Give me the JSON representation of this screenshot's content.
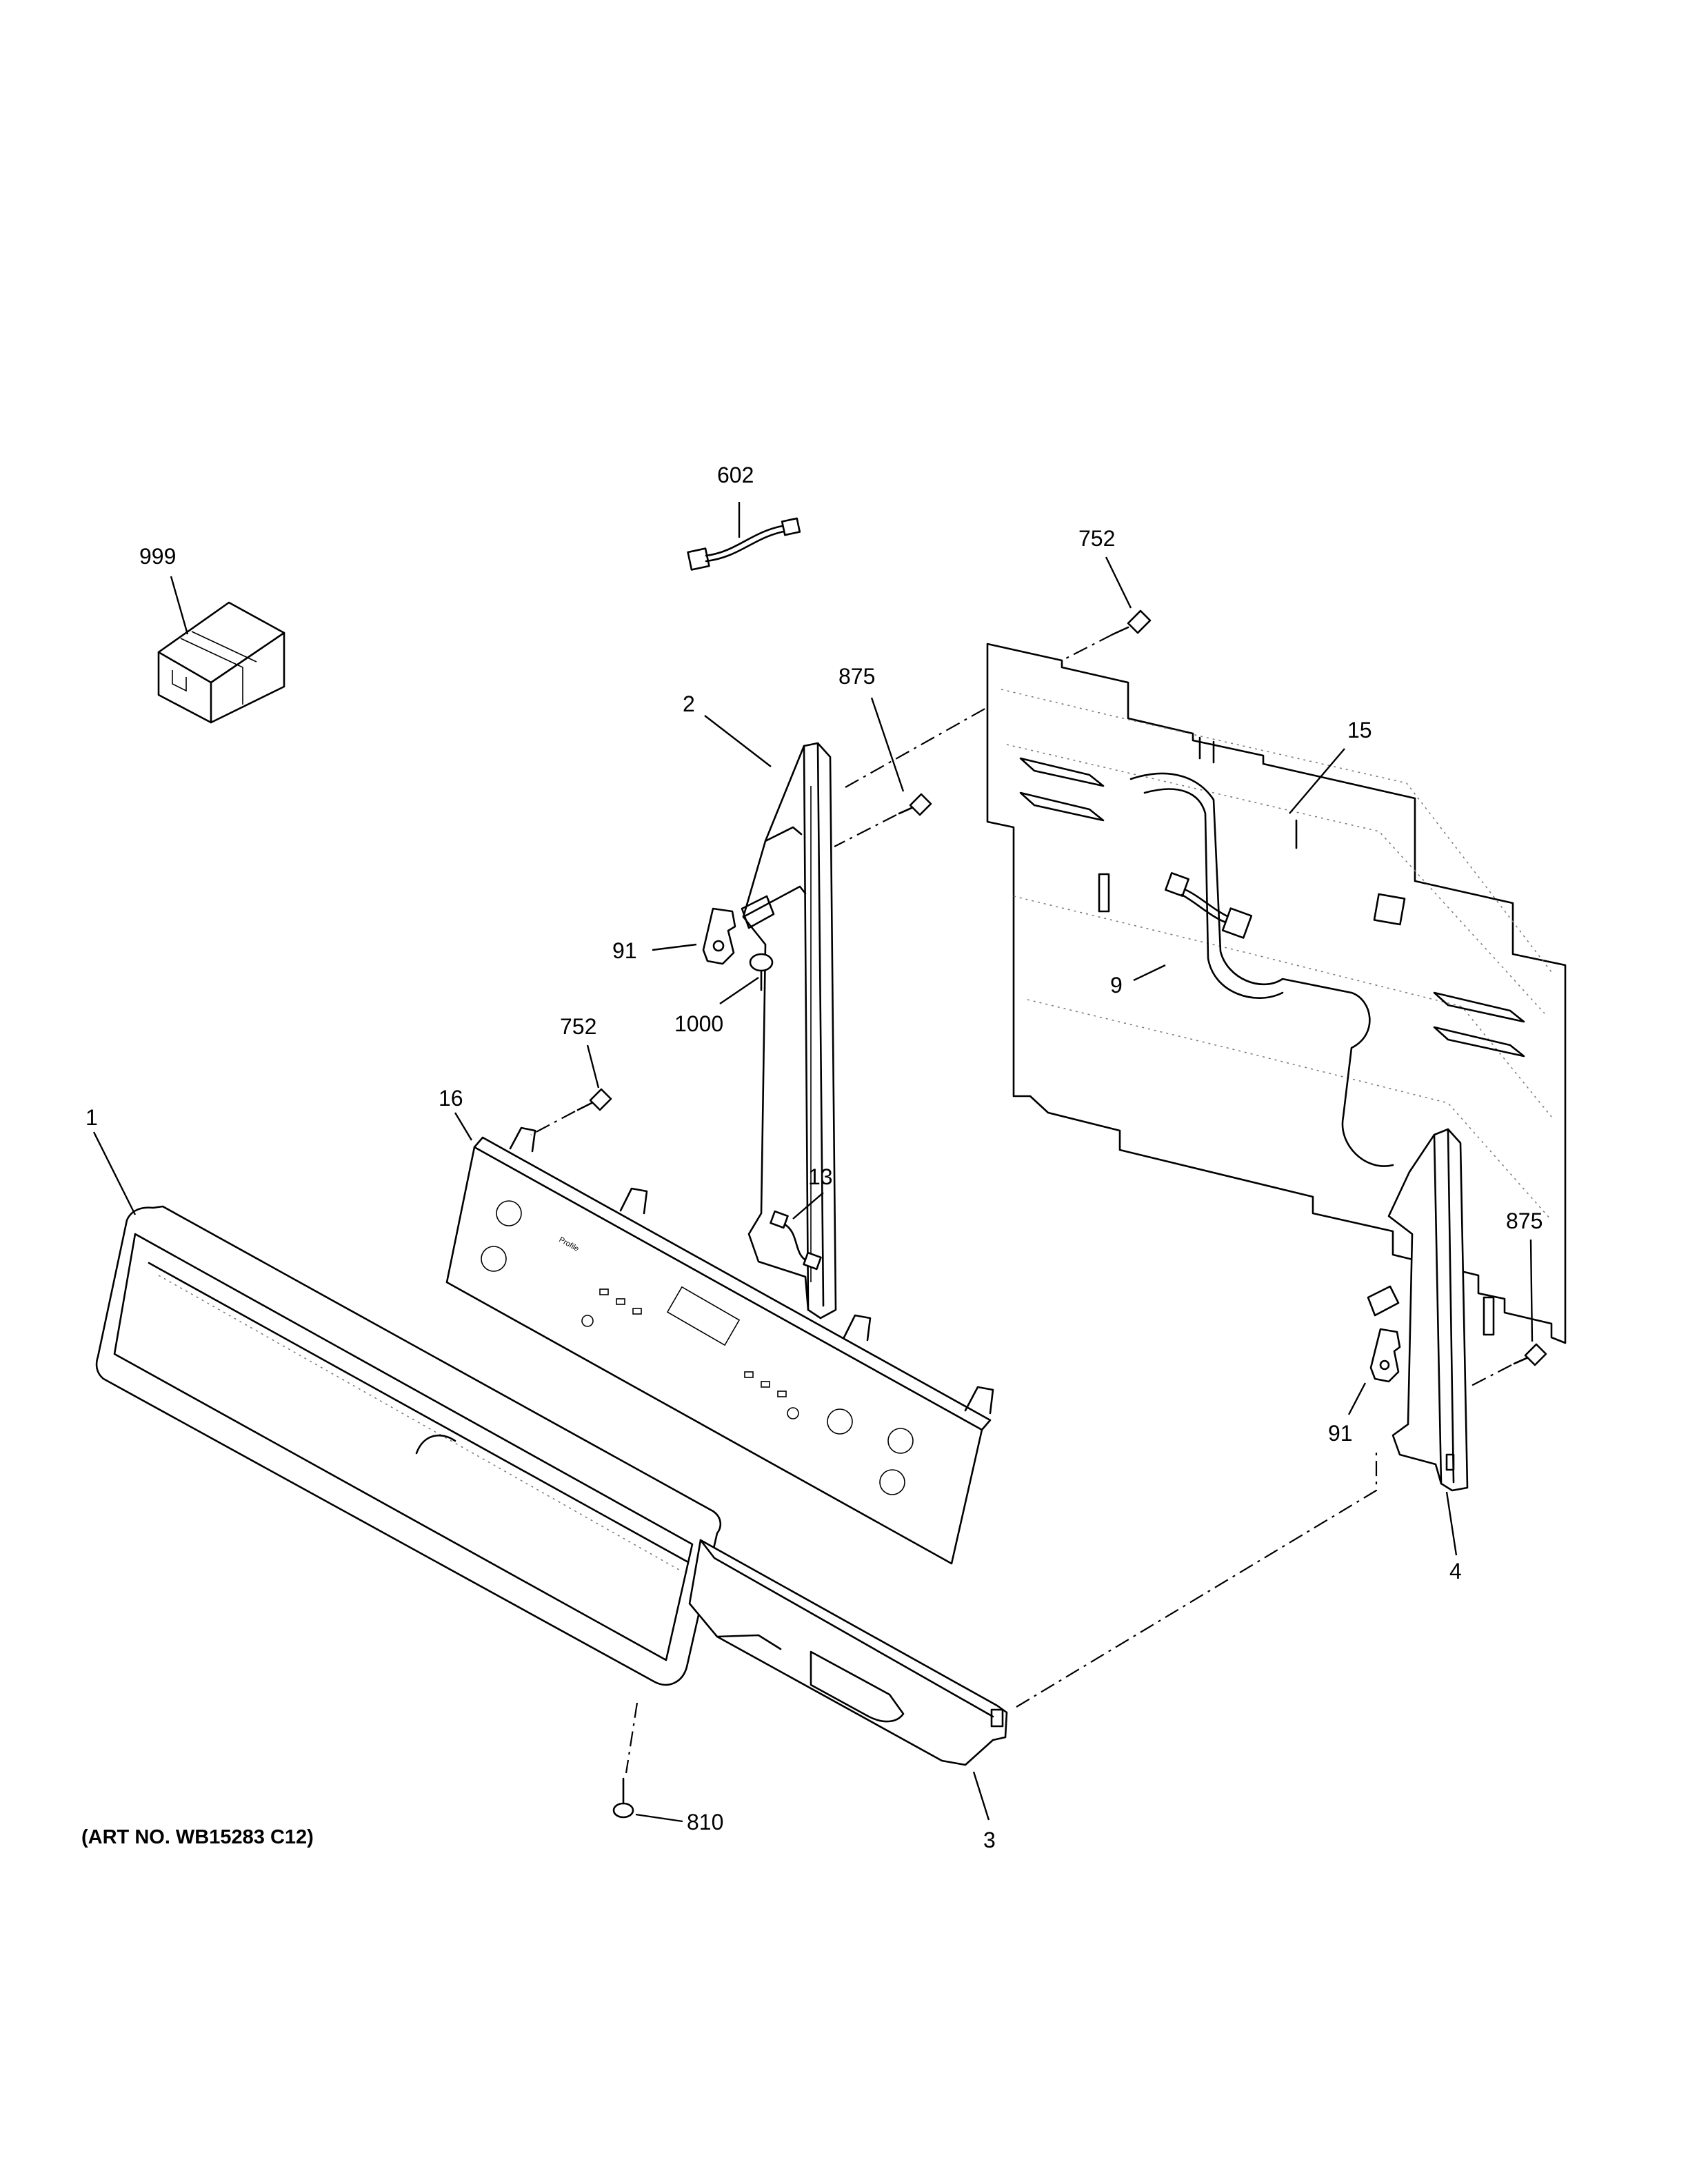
{
  "callouts": {
    "c999": "999",
    "c602": "602",
    "c752a": "752",
    "c875a": "875",
    "c2": "2",
    "c15": "15",
    "c91a": "91",
    "c1000": "1000",
    "c9": "9",
    "c752b": "752",
    "c16": "16",
    "c1": "1",
    "c13": "13",
    "c875b": "875",
    "c91b": "91",
    "c4": "4",
    "c810": "810",
    "c3": "3"
  },
  "art_number": "(ART NO. WB15283 C12)",
  "panel_markings": {
    "logo": "Profile"
  }
}
